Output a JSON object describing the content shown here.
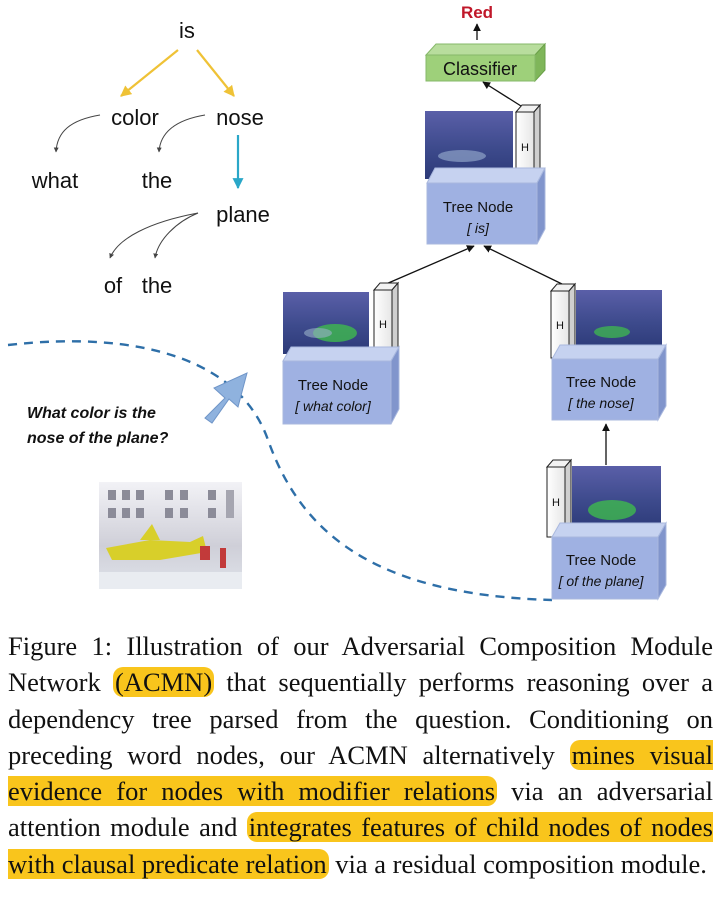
{
  "tree": {
    "root": "is",
    "color": "color",
    "nose": "nose",
    "what": "what",
    "the1": "the",
    "plane": "plane",
    "of": "of",
    "the2": "the"
  },
  "question": [
    "What color is the",
    "nose of the plane?"
  ],
  "answer": "Red",
  "classifier": "Classifier",
  "h_label": "H",
  "nodes": {
    "title": "Tree Node",
    "is": "[ is]",
    "what_color": "[ what color]",
    "the_nose": "[ the nose]",
    "of_the_plane": "[ of the plane]"
  },
  "caption": {
    "p1": "Figure 1: Illustration of our Adversarial Composition Module Network ",
    "h1": "(ACMN)",
    "p2": " that sequentially performs reasoning over a dependency tree parsed from the question. Conditioning on preceding word nodes, our ACMN alternatively ",
    "h2": "mines visual evidence for nodes with modifier relations",
    "p3": " via an adversarial attention module and ",
    "h3": "integrates features of child nodes of nodes with clausal predicate relation",
    "p4": " via a residual composition module."
  },
  "colors": {
    "node_box": "#9fb1e2",
    "classifier": "#9ed07a",
    "answer": "#c0182a",
    "highlight": "#f9c51c",
    "tree_edge": "#efc236",
    "tree_edge_down": "#2aa7c8",
    "dashed": "#2e6fa8"
  }
}
